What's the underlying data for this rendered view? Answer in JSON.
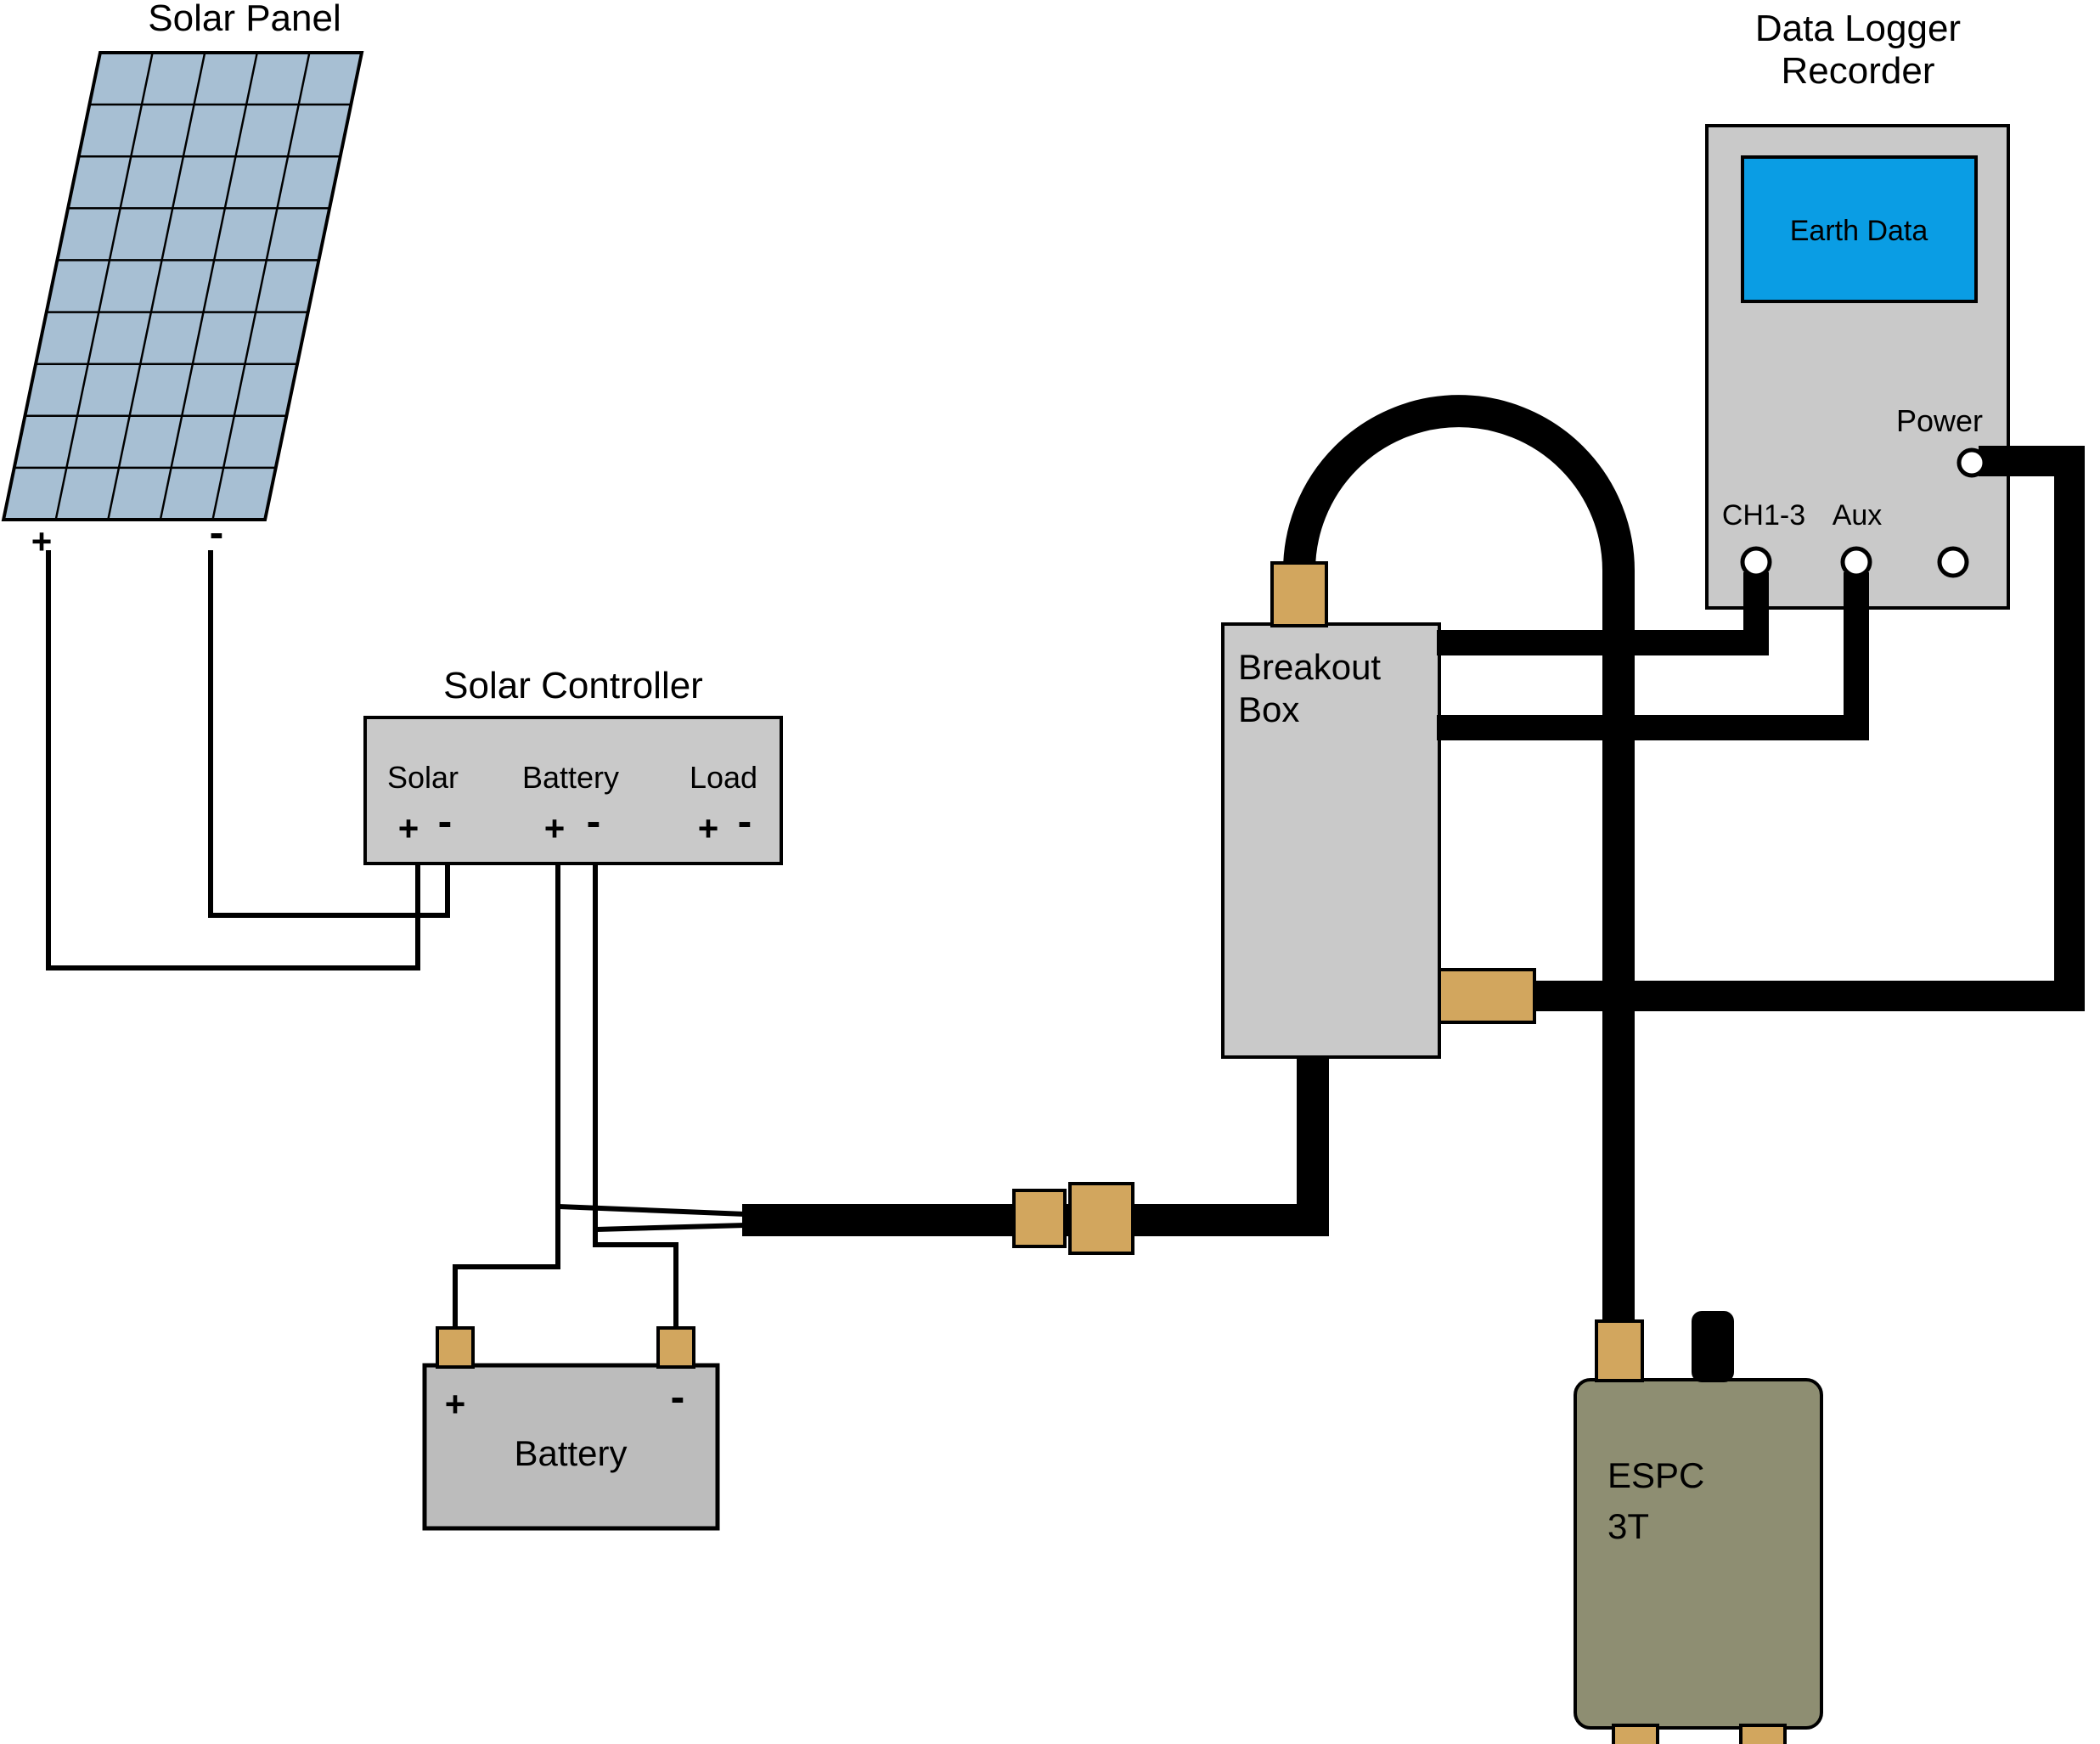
{
  "solar_panel": {
    "label": "Solar Panel",
    "plus": "+",
    "minus": "-"
  },
  "solar_controller": {
    "label": "Solar Controller",
    "terminals": [
      {
        "name": "Solar",
        "plus": "+",
        "minus": "-"
      },
      {
        "name": "Battery",
        "plus": "+",
        "minus": "-"
      },
      {
        "name": "Load",
        "plus": "+",
        "minus": "-"
      }
    ]
  },
  "battery": {
    "label": "Battery",
    "plus": "+",
    "minus": "-"
  },
  "breakout_box": {
    "label_line1": "Breakout",
    "label_line2": "Box"
  },
  "data_logger": {
    "label_line1": "Data Logger",
    "label_line2": "Recorder",
    "screen_text": "Earth Data",
    "power_label": "Power",
    "ch_label": "CH1-3",
    "aux_label": "Aux"
  },
  "espc": {
    "label_line1": "ESPC",
    "label_line2": "3T"
  },
  "colors": {
    "background": "#ffffff",
    "box-gray": "#c9c9c9",
    "battery-gray": "#bcbcbc",
    "panel-blue": "#a7bfd3",
    "screen-blue": "#0a9de4",
    "connector-tan": "#d2a65e",
    "espc-olive": "#8e8e72",
    "wire-black": "#000000"
  }
}
